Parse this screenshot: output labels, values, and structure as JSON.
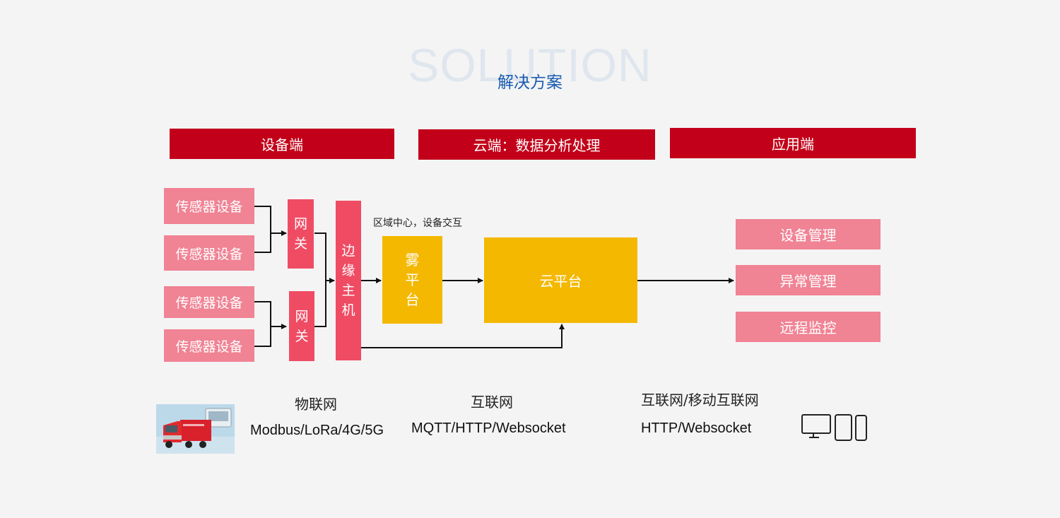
{
  "banner": {
    "background_word": "SOLUTION",
    "title": "解决方案"
  },
  "headers": {
    "device": "设备端",
    "cloud": "云端：数据分析处理",
    "app": "应用端"
  },
  "sensors": [
    "传感器设备",
    "传感器设备",
    "传感器设备",
    "传感器设备"
  ],
  "gateways": [
    "网关",
    "网关"
  ],
  "edge_host": "边缘主机",
  "fog_caption": "区域中心，设备交互",
  "fog_platform": "雾平台",
  "cloud_platform": "云平台",
  "app_items": [
    "设备管理",
    "异常管理",
    "远程监控"
  ],
  "networks": {
    "iot": {
      "label": "物联网",
      "protocols": "Modbus/LoRa/4G/5G"
    },
    "internet": {
      "label": "互联网",
      "protocols": "MQTT/HTTP/Websocket"
    },
    "mobile": {
      "label": "互联网/移动互联网",
      "protocols": "HTTP/Websocket"
    }
  },
  "icons": {
    "device_photo": "truck-and-device-photo",
    "terminals": "monitor-tablet-phone-icons"
  },
  "colors": {
    "header_red": "#c20019",
    "sensor_pink": "#f08394",
    "gateway_red": "#ef4c64",
    "platform_yellow": "#f4b800",
    "title_blue": "#1a5cb0"
  }
}
